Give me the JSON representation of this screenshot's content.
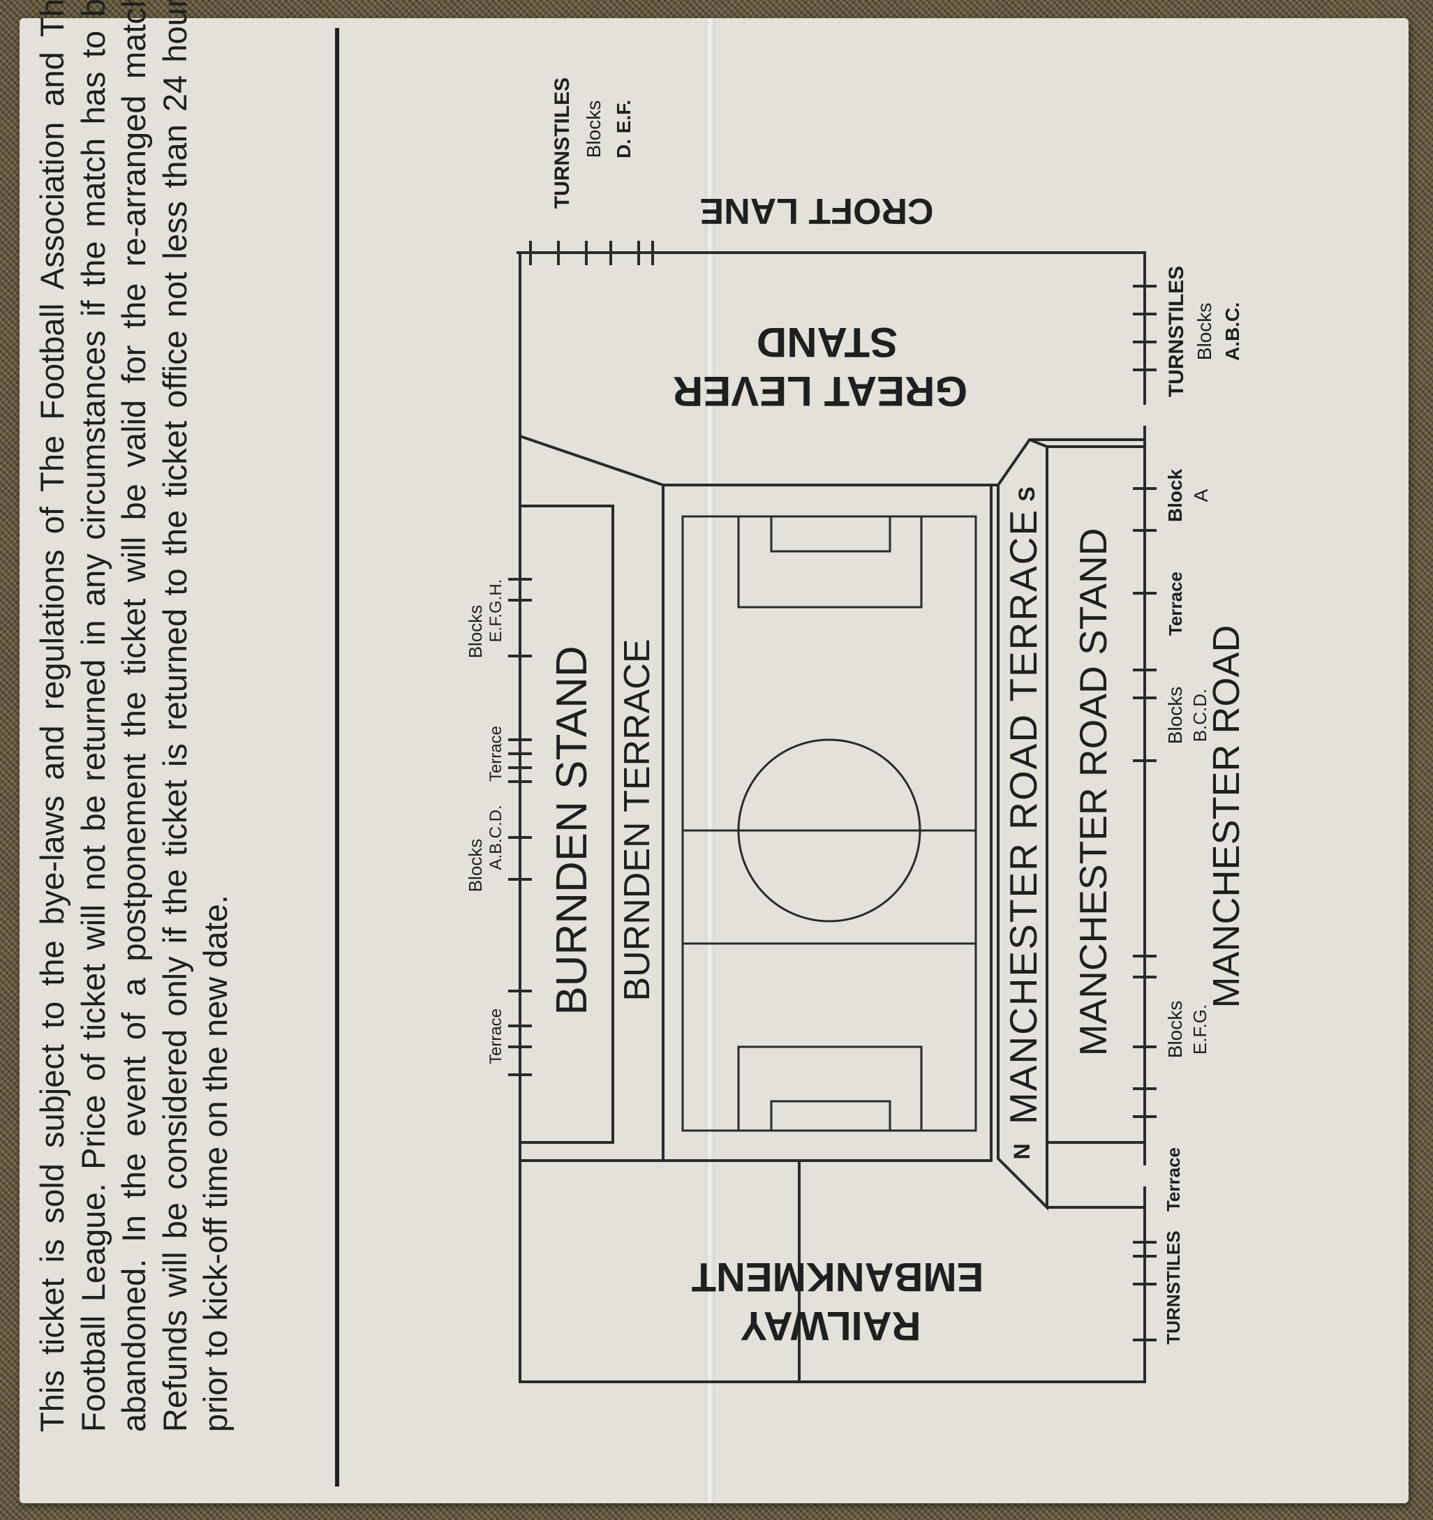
{
  "terms_text": "This ticket is sold subject to the bye-laws and regulations of The Football Association and The Football League. Price of ticket will not be returned in any circumstances if the match has to be abandoned. In the event of a postponement the ticket will be valid for the re-arranged match. Refunds will be considered only if the ticket is returned to the ticket office not less than 24 hours prior to kick-off time on the new date.",
  "map": {
    "croft_lane": "CROFT LANE",
    "great_lever_stand": [
      "GREAT LEVER",
      "STAND"
    ],
    "burnden_stand": "BURNDEN STAND",
    "burnden_terrace": "BURNDEN TERRACE",
    "manchester_road_terrace": "MANCHESTER ROAD TERRACE",
    "manchester_road_stand": "MANCHESTER ROAD STAND",
    "manchester_road": "MANCHESTER ROAD",
    "railway_embankment": [
      "RAILWAY",
      "EMBANKMENT"
    ],
    "compass_south": "S",
    "compass_north": "N",
    "turnstiles_def": [
      "TURNSTILES",
      "Blocks",
      "D. E.F."
    ],
    "turnstiles_abc": [
      "TURNSTILES",
      "Blocks",
      "A.B.C."
    ],
    "block_a": [
      "Block",
      "A"
    ],
    "terrace_right_top": "Terrace",
    "blocks_bcd": [
      "Blocks",
      "B.C.D."
    ],
    "blocks_efg": [
      "Blocks",
      "E.F.G."
    ],
    "terrace_right_bottom": "Terrace",
    "turnstiles_bottom": "TURNSTILES",
    "blocks_efgh": [
      "Blocks",
      "E.F.G.H."
    ],
    "terrace_left_mid": "Terrace",
    "blocks_abcd": [
      "Blocks",
      "A.B.C.D."
    ],
    "terrace_left_bottom": "Terrace"
  }
}
